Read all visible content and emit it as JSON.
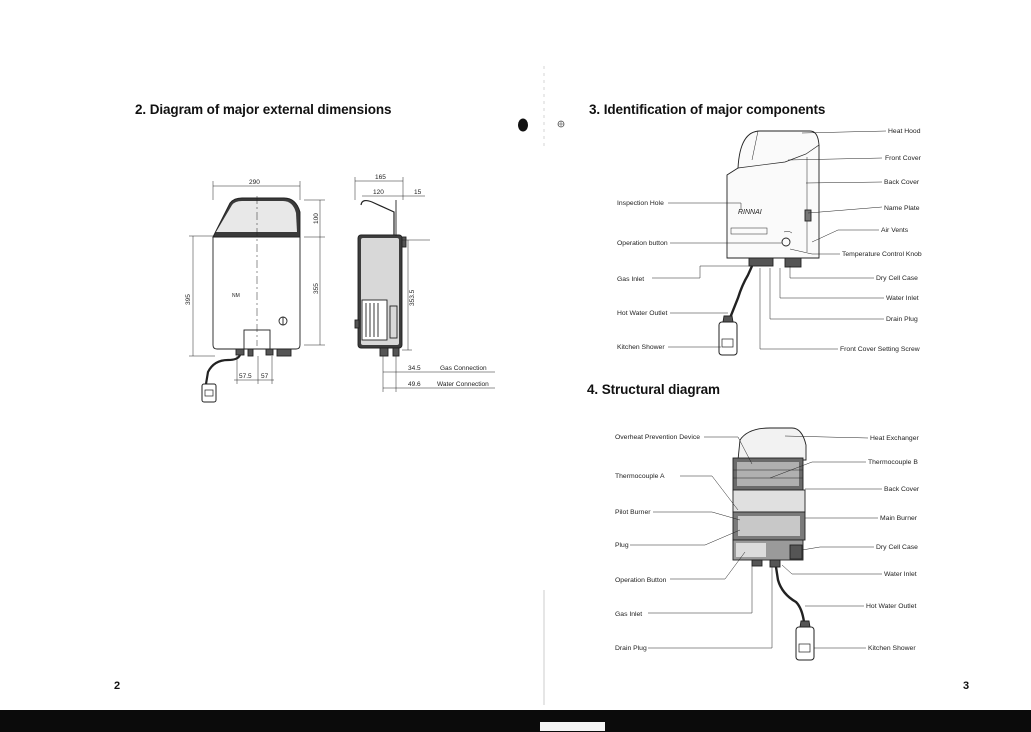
{
  "headings": {
    "s2": "2. Diagram of major external dimensions",
    "s3": "3. Identification of major components",
    "s4": "4. Structural diagram"
  },
  "page_numbers": {
    "left": "2",
    "right": "3"
  },
  "dimensions": {
    "width": "290",
    "depth": "165",
    "d120": "120",
    "d15": "15",
    "h100": "100",
    "h395": "395",
    "h355": "355",
    "h353": "353.5",
    "d57_5": "57.5",
    "d57": "57",
    "gas_value": "34.5",
    "gas_label": "Gas Connection",
    "water_value": "49.6",
    "water_label": "Water Connection",
    "badge": "NM"
  },
  "components": {
    "left": [
      "Inspection Hole",
      "Operation button",
      "Gas Inlet",
      "Hot Water Outlet",
      "Kitchen Shower"
    ],
    "right": [
      "Heat Hood",
      "Front Cover",
      "Back Cover",
      "Name Plate",
      "Air Vents",
      "Temperature Control Knob",
      "Dry Cell Case",
      "Water Inlet",
      "Drain Plug",
      "Front Cover Setting Screw"
    ],
    "badge": "RINNAI"
  },
  "structure": {
    "left": [
      "Overheat Prevention Device",
      "Thermocouple A",
      "Pilot Burner",
      "Plug",
      "Operation Button",
      "Gas Inlet",
      "Drain Plug"
    ],
    "right": [
      "Heat Exchanger",
      "Thermocouple B",
      "Back Cover",
      "Main Burner",
      "Dry Cell Case",
      "Water Inlet",
      "Hot Water Outlet",
      "Kitchen Shower"
    ]
  }
}
